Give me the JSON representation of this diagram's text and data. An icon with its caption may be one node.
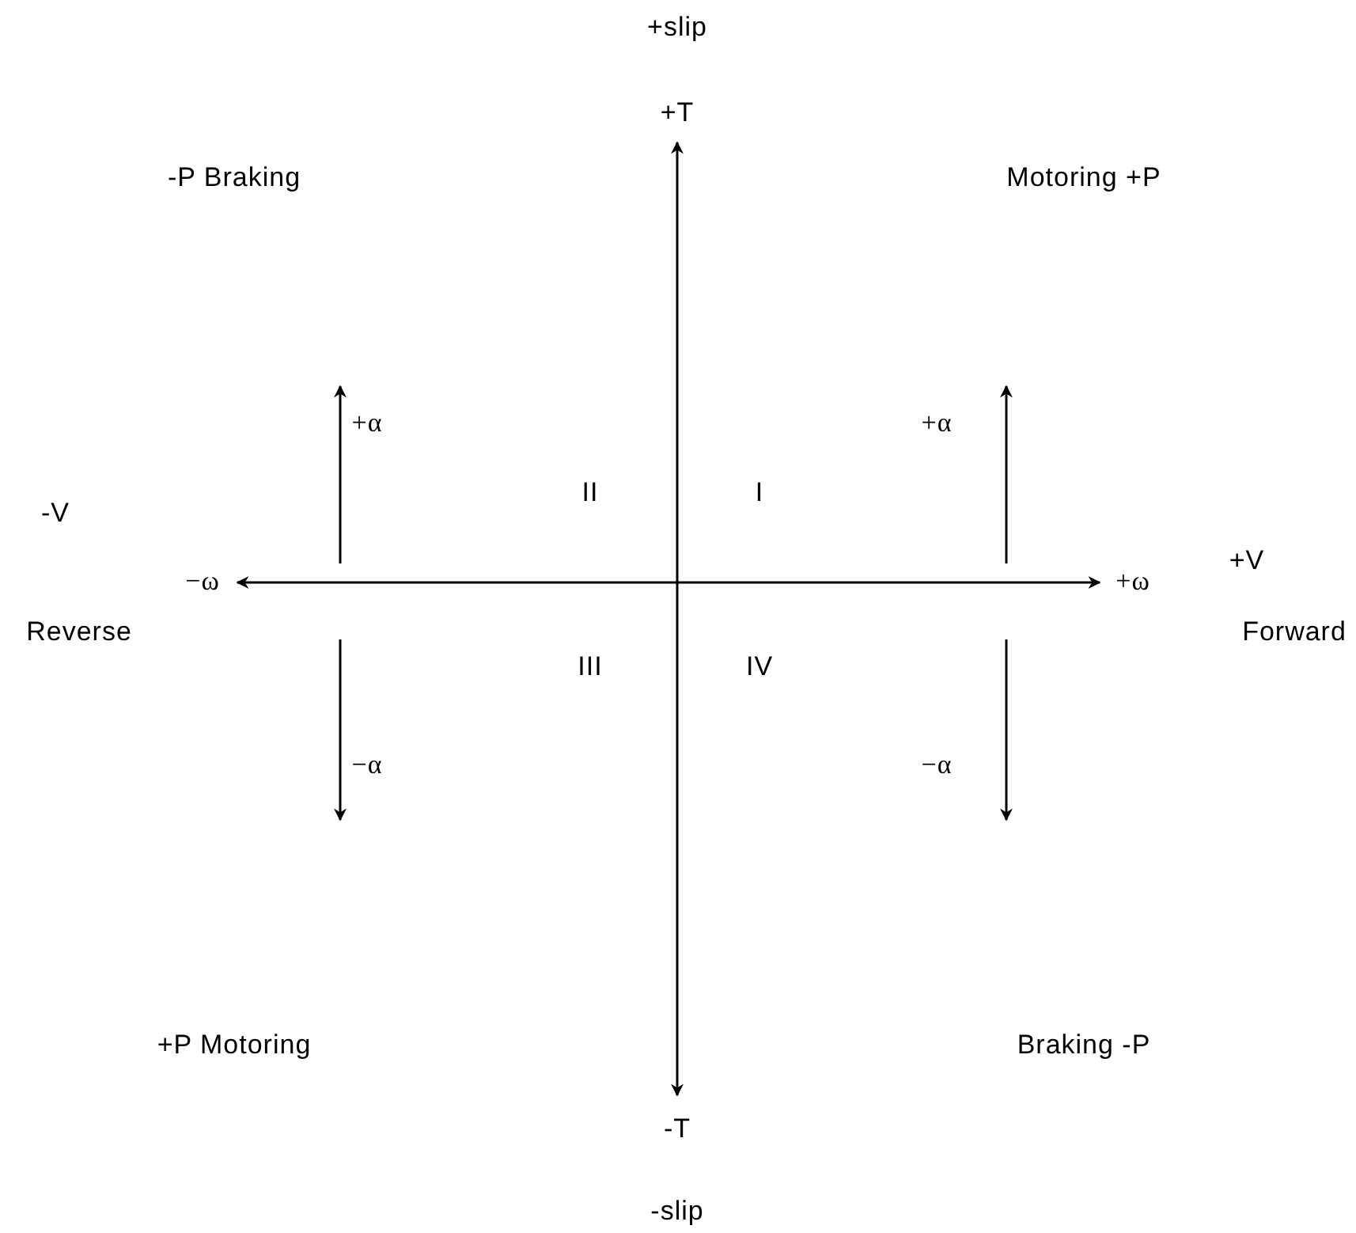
{
  "diagram": {
    "labels": [
      "+slip",
      "+T",
      "-P Braking",
      "Motoring +P",
      "+α",
      "+α",
      "-V",
      "II",
      "I",
      "+V",
      "−ω",
      "+ω",
      "Reverse",
      "III",
      "IV",
      "Forward",
      "−α",
      "−α",
      "+P Motoring",
      "Braking -P",
      "-T",
      "-slip"
    ]
  }
}
